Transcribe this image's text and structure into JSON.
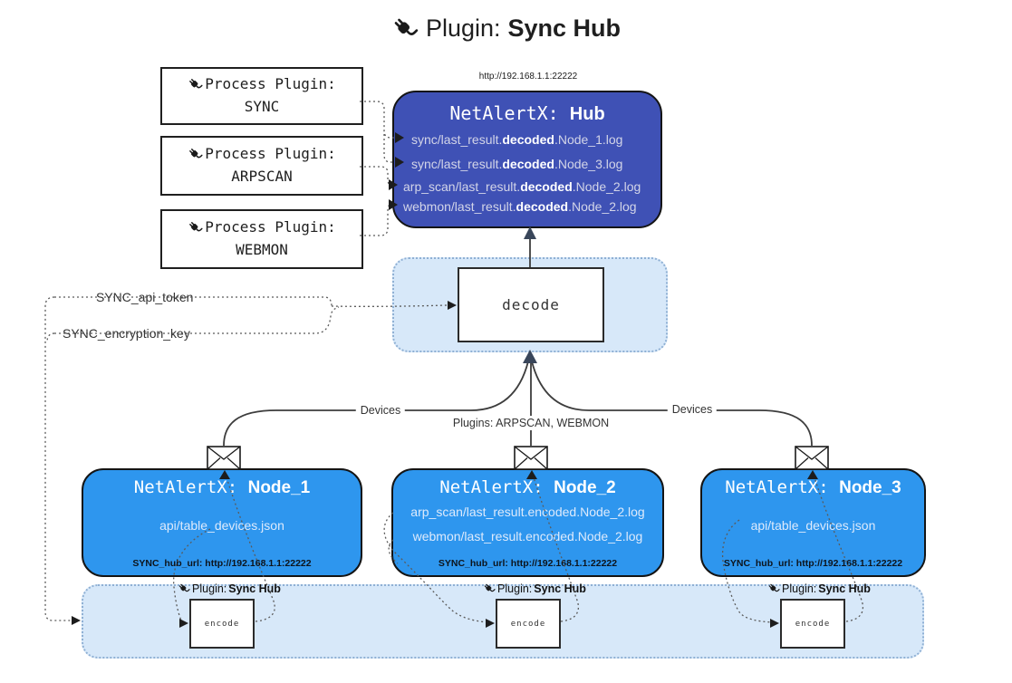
{
  "title": {
    "prefix": "Plugin:",
    "name": "Sync Hub"
  },
  "process_plugins": [
    {
      "label": "Process Plugin:",
      "name": "SYNC"
    },
    {
      "label": "Process Plugin:",
      "name": "ARPSCAN"
    },
    {
      "label": "Process Plugin:",
      "name": "WEBMON"
    }
  ],
  "hub": {
    "url": "http://192.168.1.1:22222",
    "product": "NetAlertX:",
    "name": "Hub",
    "logs": [
      {
        "pre": "sync/last_result.",
        "bold": "decoded",
        "post": ".Node_1.log"
      },
      {
        "pre": "sync/last_result.",
        "bold": "decoded",
        "post": ".Node_3.log"
      },
      {
        "pre": "arp_scan/last_result.",
        "bold": "decoded",
        "post": ".Node_2.log"
      },
      {
        "pre": "webmon/last_result.",
        "bold": "decoded",
        "post": ".Node_2.log"
      }
    ]
  },
  "decode": {
    "label": "decode"
  },
  "keys": {
    "api_token": "SYNC_api_token",
    "encryption_key": "SYNC_encryption_key"
  },
  "edge_labels": {
    "devices_left": "Devices",
    "devices_right": "Devices",
    "plugins": "Plugins: ARPSCAN, WEBMON"
  },
  "nodes": [
    {
      "product": "NetAlertX:",
      "name": "Node_1",
      "files": [
        "api/table_devices.json"
      ],
      "hub_url": "SYNC_hub_url: http://192.168.1.1:22222"
    },
    {
      "product": "NetAlertX:",
      "name": "Node_2",
      "files": [
        "arp_scan/last_result.encoded.Node_2.log",
        "webmon/last_result.encoded.Node_2.log"
      ],
      "hub_url": "SYNC_hub_url: http://192.168.1.1:22222"
    },
    {
      "product": "NetAlertX:",
      "name": "Node_3",
      "files": [
        "api/table_devices.json"
      ],
      "hub_url": "SYNC_hub_url: http://192.168.1.1:22222"
    }
  ],
  "encoders": [
    {
      "plugin_prefix": "Plugin:",
      "plugin_name": "Sync Hub",
      "label": "encode"
    },
    {
      "plugin_prefix": "Plugin:",
      "plugin_name": "Sync Hub",
      "label": "encode"
    },
    {
      "plugin_prefix": "Plugin:",
      "plugin_name": "Sync Hub",
      "label": "encode"
    }
  ],
  "icons": {
    "plug": "plug-icon",
    "envelope": "envelope-icon"
  },
  "colors": {
    "hub_bg": "#3f51b5",
    "node_bg": "#2e96ee",
    "panel_bg": "#d7e8f9",
    "panel_border": "#8fb0d4",
    "merge_arrow": "#39465a"
  }
}
